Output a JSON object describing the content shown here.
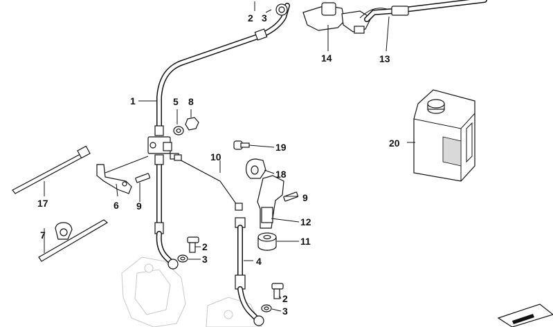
{
  "callouts": {
    "c1": "1",
    "c2a": "2",
    "c2b": "2",
    "c2c": "2",
    "c3a": "3",
    "c3b": "3",
    "c3c": "3",
    "c4": "4",
    "c5": "5",
    "c6": "6",
    "c7": "7",
    "c8": "8",
    "c9a": "9",
    "c9b": "9",
    "c10": "10",
    "c11": "11",
    "c12": "12",
    "c13": "13",
    "c14": "14",
    "c17": "17",
    "c18": "18",
    "c19": "19",
    "c20": "20"
  },
  "colors": {
    "ink": "#111111",
    "ghost": "#c8c8c8",
    "can_shade": "#d9d9d9"
  }
}
